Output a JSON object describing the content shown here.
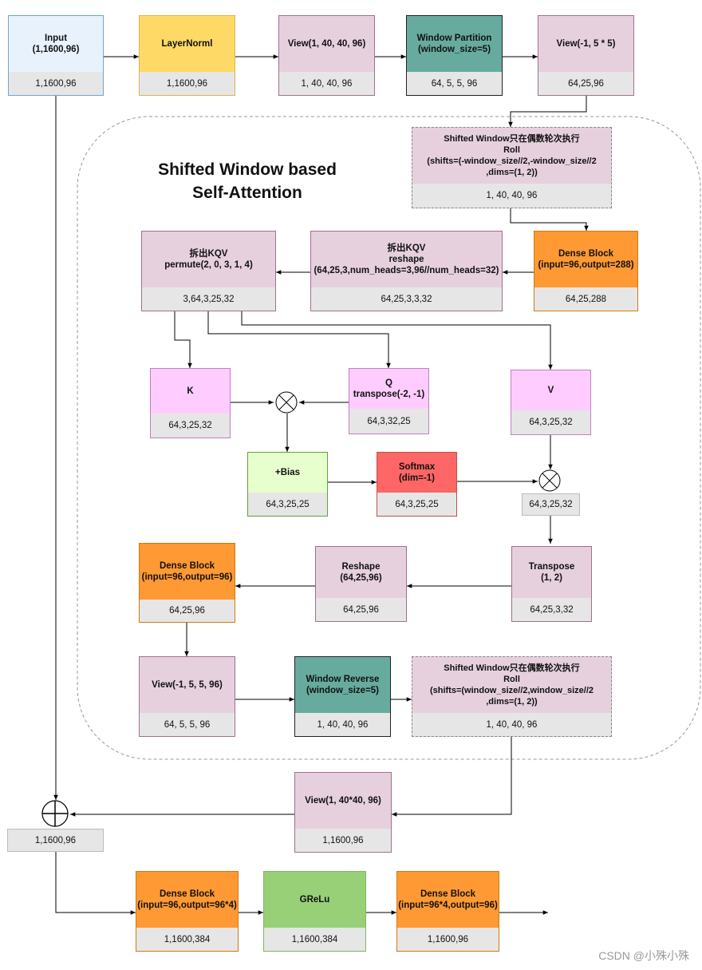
{
  "title": "Shifted Window based\nSelf-Attention",
  "watermark": "CSDN @小殊小殊",
  "nodes": {
    "input": {
      "label": "Input\n(1,1600,96)",
      "shape": "1,1600,96"
    },
    "layernorm": {
      "label": "LayerNorml",
      "shape": "1,1600,96"
    },
    "view1": {
      "label": "View(1, 40, 40, 96)",
      "shape": "1, 40, 40, 96"
    },
    "window_partition": {
      "label": "Window Partition\n(window_size=5)",
      "shape": "64, 5, 5, 96"
    },
    "view2": {
      "label": "View(-1, 5 * 5)",
      "shape": "64,25,96"
    },
    "roll1": {
      "label": "Shifted Window只在偶数轮次执行\nRoll\n(shifts=(-window_size//2,-window_size//2\n,dims=(1, 2))",
      "shape": "1, 40, 40, 96"
    },
    "dense_qkv": {
      "label": "Dense Block\n(input=96,output=288)",
      "shape": "64,25,288"
    },
    "reshape_qkv": {
      "label": "拆出KQV\nreshape\n(64,25,3,num_heads=3,96//num_heads=32)",
      "shape": "64,25,3,3,32"
    },
    "permute": {
      "label": "拆出KQV\npermute(2, 0, 3, 1, 4)",
      "shape": "3,64,3,25,32"
    },
    "k": {
      "label": "K",
      "shape": "64,3,25,32"
    },
    "q": {
      "label": "Q\ntranspose(-2, -1)",
      "shape": "64,3,32,25"
    },
    "v": {
      "label": "V",
      "shape": "64,3,25,32"
    },
    "bias": {
      "label": "+Bias",
      "shape": "64,3,25,25"
    },
    "softmax": {
      "label": "Softmax\n(dim=-1)",
      "shape": "64,3,25,25"
    },
    "attn_v_shape": {
      "shape": "64,3,25,32"
    },
    "transpose": {
      "label": "Transpose\n(1, 2)",
      "shape": "64,25,3,32"
    },
    "reshape2": {
      "label": "Reshape\n(64,25,96)",
      "shape": "64,25,96"
    },
    "dense_proj": {
      "label": "Dense Block\n(input=96,output=96)",
      "shape": "64,25,96"
    },
    "view3": {
      "label": "View(-1, 5, 5, 96)",
      "shape": "64, 5, 5, 96"
    },
    "window_reverse": {
      "label": "Window Reverse\n(window_size=5)",
      "shape": "1, 40, 40, 96"
    },
    "roll2": {
      "label": "Shifted Window只在偶数轮次执行\nRoll\n(shifts=(window_size//2,window_size//2\n,dims=(1, 2))",
      "shape": "1, 40, 40, 96"
    },
    "view4": {
      "label": "View(1, 40*40, 96)",
      "shape": "1,1600,96"
    },
    "residual_shape": {
      "shape": "1,1600,96"
    },
    "dense_mlp1": {
      "label": "Dense Block\n(input=96,output=96*4)",
      "shape": "1,1600,384"
    },
    "gelu": {
      "label": "GReLu",
      "shape": "1,1600,384"
    },
    "dense_mlp2": {
      "label": "Dense Block\n(input=96*4,output=96)",
      "shape": "1,1600,96"
    }
  },
  "colors": {
    "input": "#e8f2fc",
    "input_border": "#6ca6d6",
    "layernorm": "#ffd966",
    "layernorm_border": "#d6b656",
    "pink": "#e6d0de",
    "pink_border": "#a07090",
    "teal": "#67ab9f",
    "teal_border": "#222222",
    "orange": "#ff9933",
    "orange_border": "#d07a10",
    "magenta": "#ffccff",
    "magenta_border": "#c080c0",
    "green": "#e6ffcc",
    "green_border": "#60a040",
    "red": "#ff6666",
    "red_border": "#b85450",
    "gelu": "#97d077",
    "gelu_border": "#82b366",
    "shape_bg": "#e6e6e6"
  }
}
